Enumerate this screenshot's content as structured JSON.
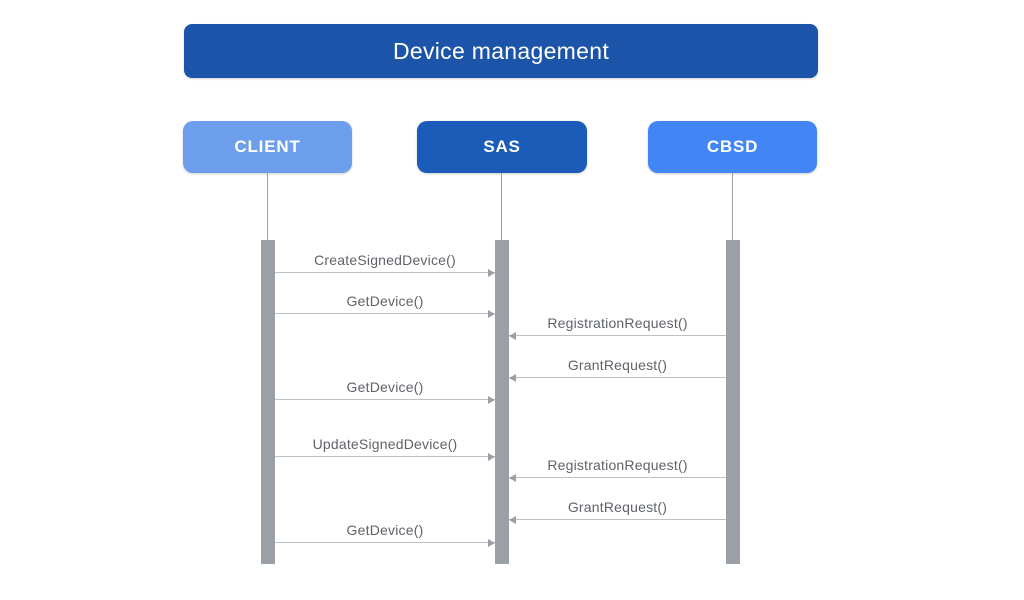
{
  "title": {
    "label": "Device management"
  },
  "actors": [
    {
      "id": "client",
      "label": "CLIENT",
      "color": "#6D9EEB"
    },
    {
      "id": "sas",
      "label": "SAS",
      "color": "#1A5CB8"
    },
    {
      "id": "cbsd",
      "label": "CBSD",
      "color": "#4285F4"
    }
  ],
  "messages": [
    {
      "label": "CreateSignedDevice()",
      "from": "client",
      "to": "sas"
    },
    {
      "label": "GetDevice()",
      "from": "client",
      "to": "sas"
    },
    {
      "label": "RegistrationRequest()",
      "from": "cbsd",
      "to": "sas"
    },
    {
      "label": "GrantRequest()",
      "from": "cbsd",
      "to": "sas"
    },
    {
      "label": "GetDevice()",
      "from": "client",
      "to": "sas"
    },
    {
      "label": "UpdateSignedDevice()",
      "from": "client",
      "to": "sas"
    },
    {
      "label": "RegistrationRequest()",
      "from": "cbsd",
      "to": "sas"
    },
    {
      "label": "GrantRequest()",
      "from": "cbsd",
      "to": "sas"
    },
    {
      "label": "GetDevice()",
      "from": "client",
      "to": "sas"
    }
  ],
  "colors": {
    "banner": "#1B54A8",
    "client_box": "#6D9EEB",
    "sas_box": "#1A5CB8",
    "cbsd_box": "#4285F4",
    "lifeline": "#9AA0A6",
    "activation_bar": "#9AA0A6",
    "message_line": "#BDC1C6",
    "message_arrow": "#9AA0A6",
    "message_text": "#5F6368",
    "title_text": "#FFFFFF",
    "actor_text": "#FFFFFF"
  }
}
